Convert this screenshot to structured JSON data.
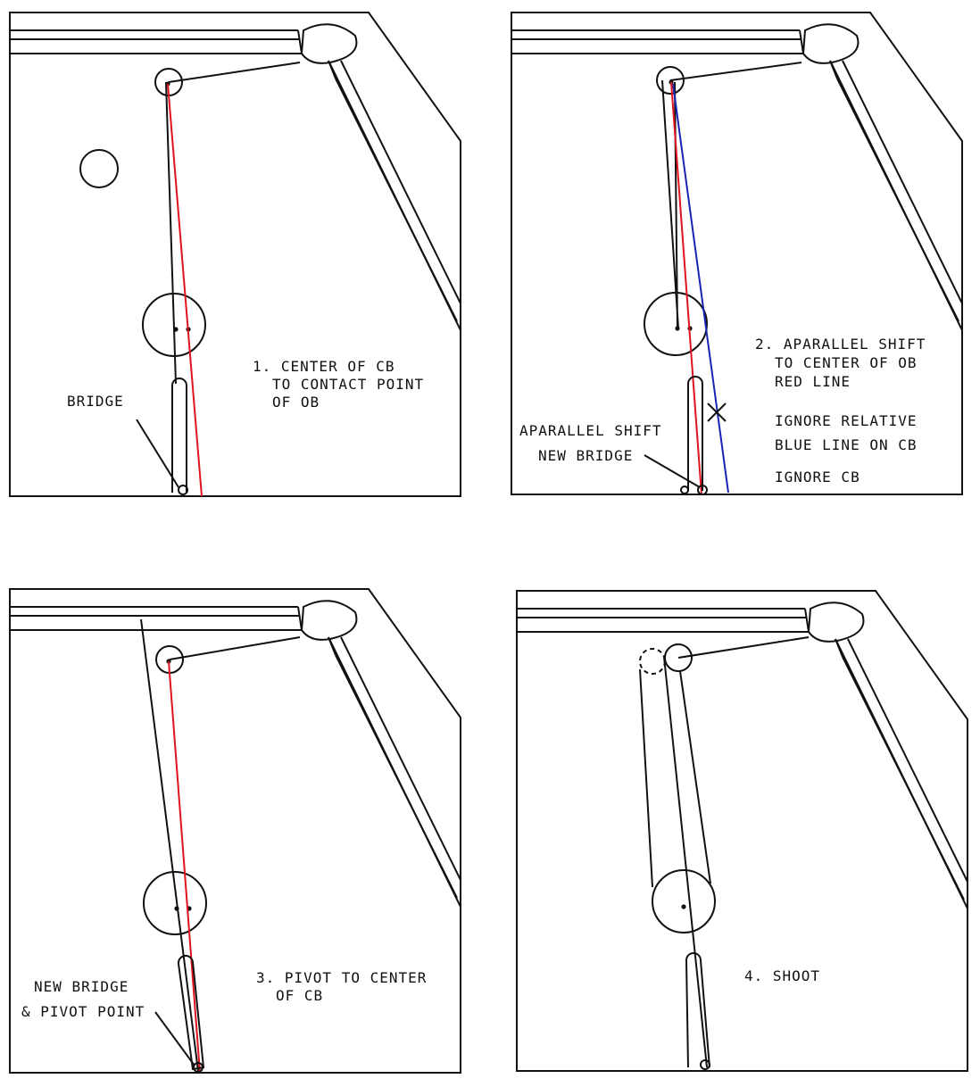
{
  "colors": {
    "ink": "#111111",
    "red_line": "#e0141e",
    "blue_line": "#1a24b4"
  },
  "panel1": {
    "step_lines": [
      "1. CENTER OF CB",
      "TO CONTACT POINT",
      "OF OB"
    ],
    "bridge_label": "BRIDGE"
  },
  "panel2": {
    "step_lines": [
      "2. APARALLEL SHIFT",
      "TO CENTER OF OB",
      "RED LINE"
    ],
    "note_lines": [
      "IGNORE RELATIVE",
      "BLUE LINE ON CB"
    ],
    "note2": "IGNORE CB",
    "shift_label": "APARALLEL SHIFT",
    "new_bridge_label": "NEW BRIDGE"
  },
  "panel3": {
    "step_lines": [
      "3. PIVOT TO CENTER",
      "OF CB"
    ],
    "callout_lines": [
      "NEW BRIDGE",
      "& PIVOT POINT"
    ]
  },
  "panel4": {
    "step_label": "4. SHOOT"
  }
}
